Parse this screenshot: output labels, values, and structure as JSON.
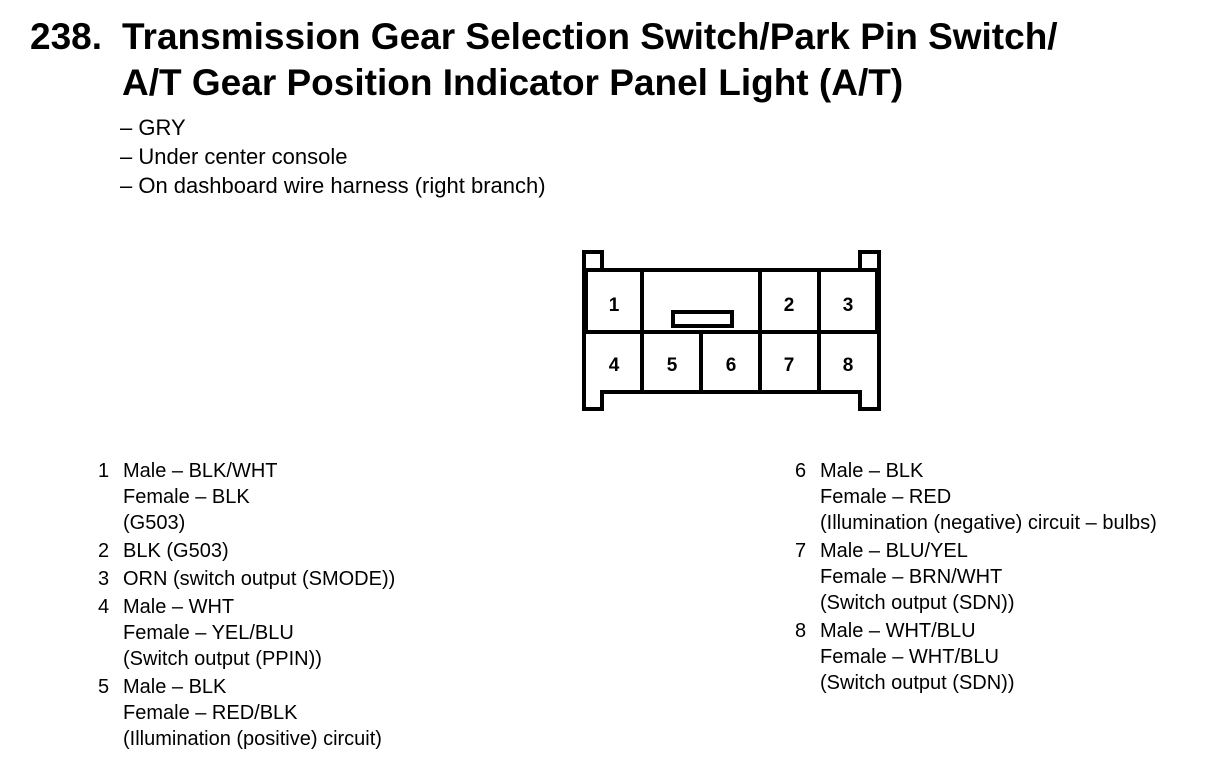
{
  "title": {
    "number": "238.",
    "line1": "Transmission Gear Selection Switch/Park Pin Switch/",
    "line2": "A/T Gear Position Indicator Panel Light (A/T)"
  },
  "notes": [
    "– GRY",
    "– Under center console",
    "– On dashboard wire harness (right branch)"
  ],
  "connector": {
    "pins": [
      "1",
      "2",
      "3",
      "4",
      "5",
      "6",
      "7",
      "8"
    ]
  },
  "pins_left": [
    {
      "num": "1",
      "lines": [
        "Male – BLK/WHT",
        "Female – BLK",
        "(G503)"
      ]
    },
    {
      "num": "2",
      "lines": [
        "BLK (G503)"
      ]
    },
    {
      "num": "3",
      "lines": [
        "ORN (switch output (SMODE))"
      ]
    },
    {
      "num": "4",
      "lines": [
        "Male – WHT",
        "Female – YEL/BLU",
        "(Switch output (PPIN))"
      ]
    },
    {
      "num": "5",
      "lines": [
        "Male – BLK",
        "Female – RED/BLK",
        "(Illumination (positive) circuit)"
      ]
    }
  ],
  "pins_right": [
    {
      "num": "6",
      "lines": [
        "Male – BLK",
        "Female – RED",
        "(Illumination (negative) circuit – bulbs)"
      ]
    },
    {
      "num": "7",
      "lines": [
        "Male – BLU/YEL",
        "Female – BRN/WHT",
        "(Switch output (SDN))"
      ]
    },
    {
      "num": "8",
      "lines": [
        "Male – WHT/BLU",
        "Female – WHT/BLU",
        "(Switch output (SDN))"
      ]
    }
  ]
}
